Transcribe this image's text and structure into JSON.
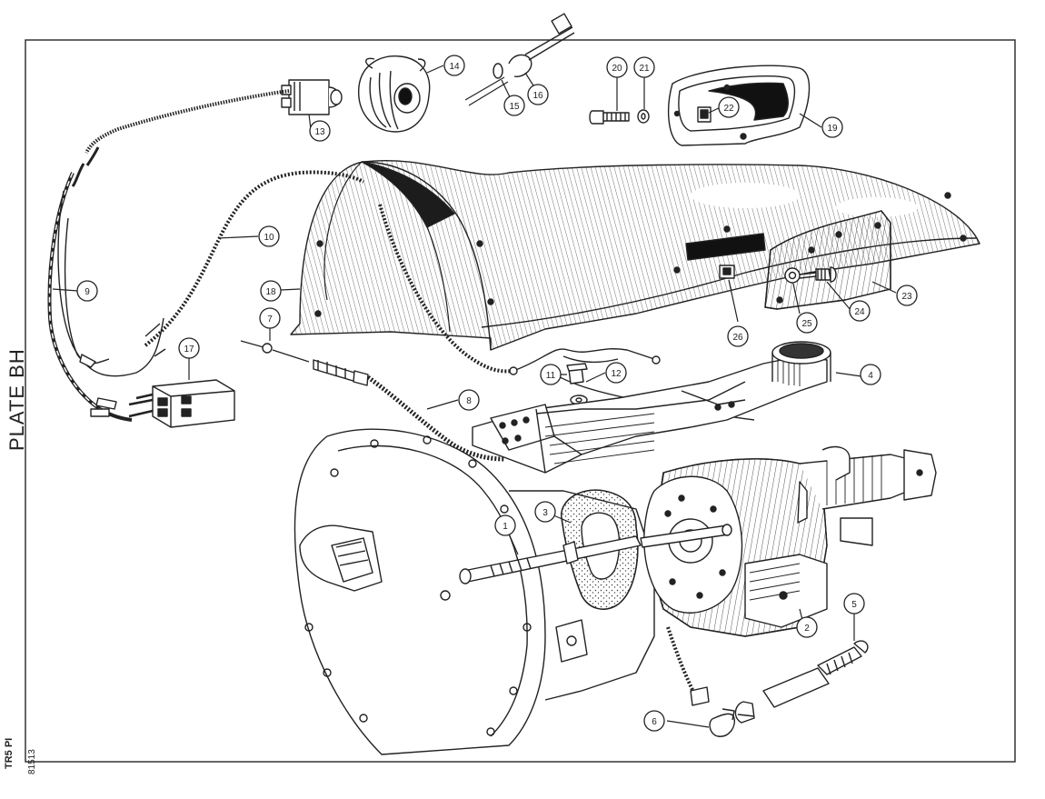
{
  "plate": {
    "label": "PLATE BH",
    "model": "TR5 PI",
    "reference": "81513"
  },
  "callouts": [
    "1",
    "2",
    "3",
    "4",
    "5",
    "6",
    "7",
    "8",
    "9",
    "10",
    "11",
    "12",
    "13",
    "14",
    "15",
    "16",
    "17",
    "18",
    "19",
    "20",
    "21",
    "22",
    "23",
    "24",
    "25",
    "26"
  ],
  "colors": {
    "ink": "#222222",
    "paper": "#ffffff"
  }
}
